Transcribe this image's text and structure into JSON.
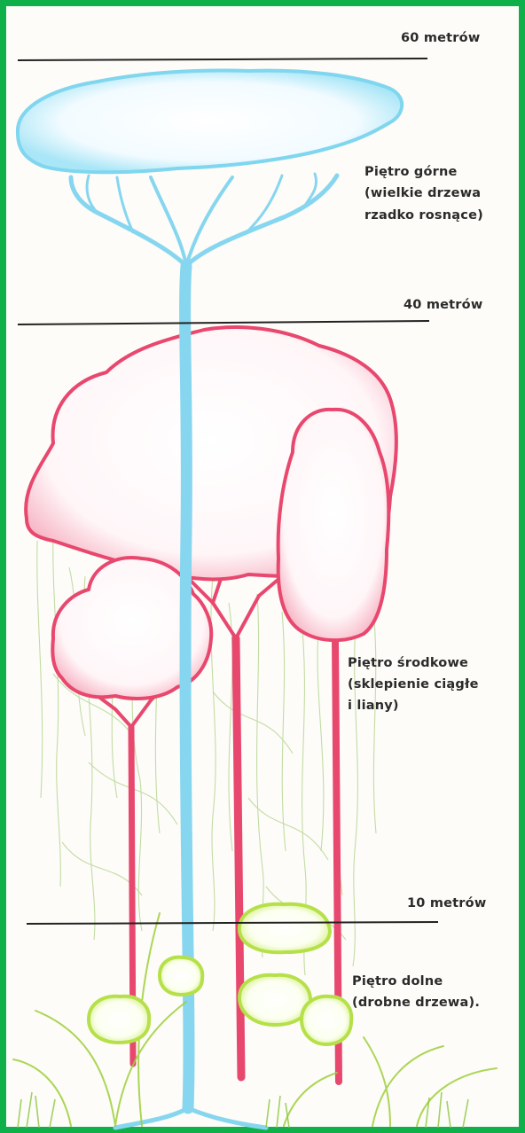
{
  "diagram": {
    "levels": [
      {
        "label": "60 metrów"
      },
      {
        "label": "40 metrów"
      },
      {
        "label": "10 metrów"
      }
    ],
    "layers": [
      {
        "lines": [
          "Piętro górne",
          "(wielkie drzewa",
          "rzadko rosnące)"
        ]
      },
      {
        "lines": [
          "Piętro środkowe",
          "(sklepienie ciągłe",
          "i liany)"
        ]
      },
      {
        "lines": [
          "Piętro dolne",
          "(drobne drzewa)."
        ]
      }
    ],
    "colors": {
      "frame": "#0fb04a",
      "upper": "#7fd6ee",
      "middle": "#e8476e",
      "lower": "#b6e04a",
      "lines": "#222222"
    }
  }
}
